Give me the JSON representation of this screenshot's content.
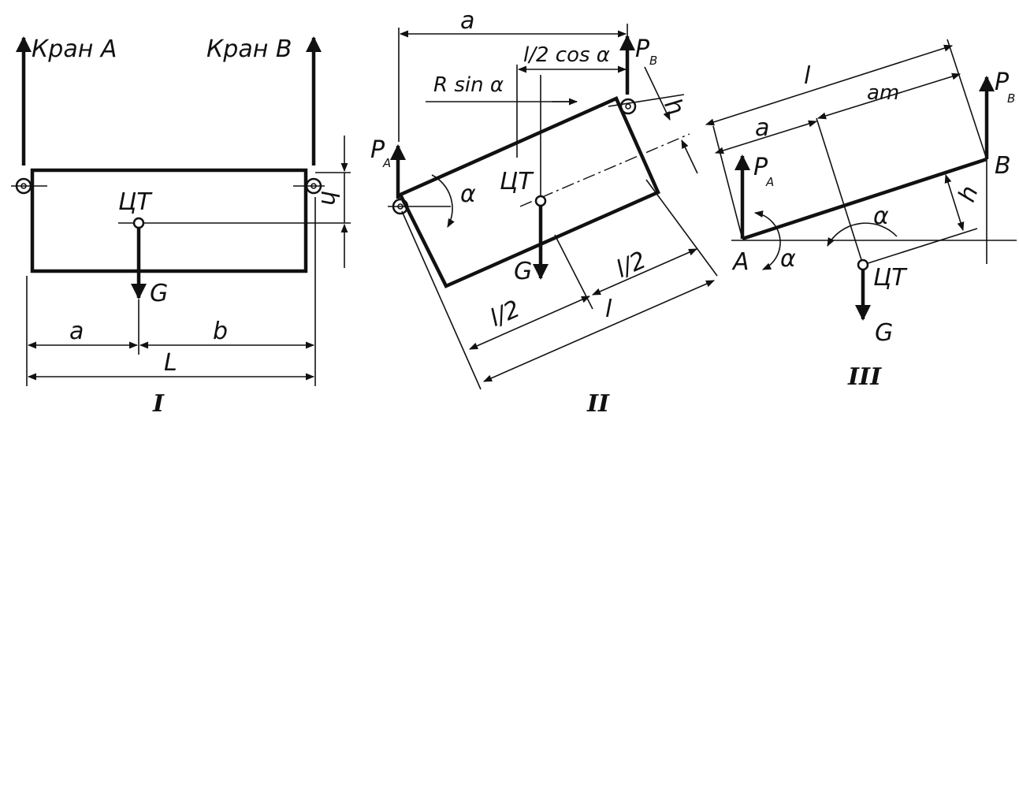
{
  "colors": {
    "ink": "#111111",
    "background": "#ffffff"
  },
  "figure1": {
    "crane_a": "Кран A",
    "crane_b": "Кран B",
    "center": "ЦТ",
    "weight": "G",
    "dim_a": "a",
    "dim_b": "b",
    "dim_l": "L",
    "dim_h": "h",
    "roman": "I"
  },
  "figure2": {
    "dim_a": "a",
    "half_l_cos": "l/2 cos α",
    "r_sin": "R sin α",
    "force_b": "P",
    "force_b_sub": "B",
    "force_a": "P",
    "force_a_sub": "A",
    "alpha": "α",
    "center": "ЦТ",
    "weight": "G",
    "dim_h": "h",
    "half_l_1": "l/2",
    "half_l_2": "l/2",
    "dim_l": "l",
    "roman": "II"
  },
  "figure3": {
    "dim_l": "l",
    "dim_am": "am",
    "dim_a": "a",
    "force_b": "P",
    "force_b_sub": "B",
    "force_a": "P",
    "force_a_sub": "A",
    "point_b": "B",
    "point_a": "A",
    "alpha_1": "α",
    "alpha_2": "α",
    "dim_h": "h",
    "center": "ЦТ",
    "weight": "G",
    "roman": "III"
  }
}
